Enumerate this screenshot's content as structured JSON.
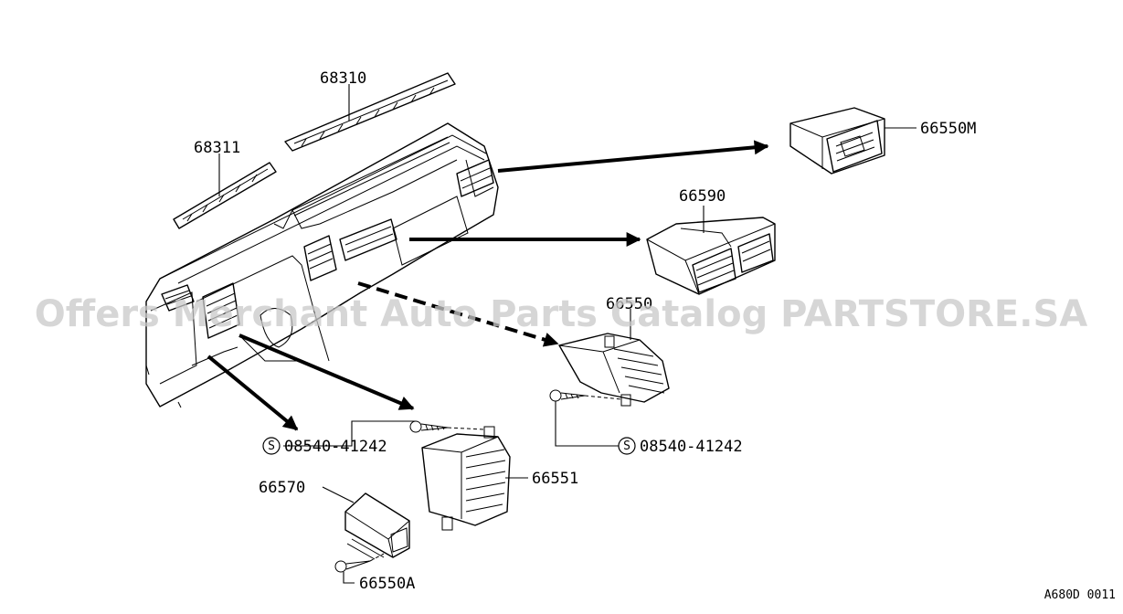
{
  "labels": {
    "p68310": "68310",
    "p68311": "68311",
    "p66550M": "66550M",
    "p66590": "66590",
    "p66550": "66550",
    "p66551": "66551",
    "p66570": "66570",
    "p66550A": "66550A",
    "screw_left": "08540-41242",
    "screw_right": "08540-41242",
    "screw_symbol": "S"
  },
  "watermark": "Offers Merchant Auto Parts Catalog PARTSTORE.SA",
  "diagram_ref": "A680D 0011"
}
